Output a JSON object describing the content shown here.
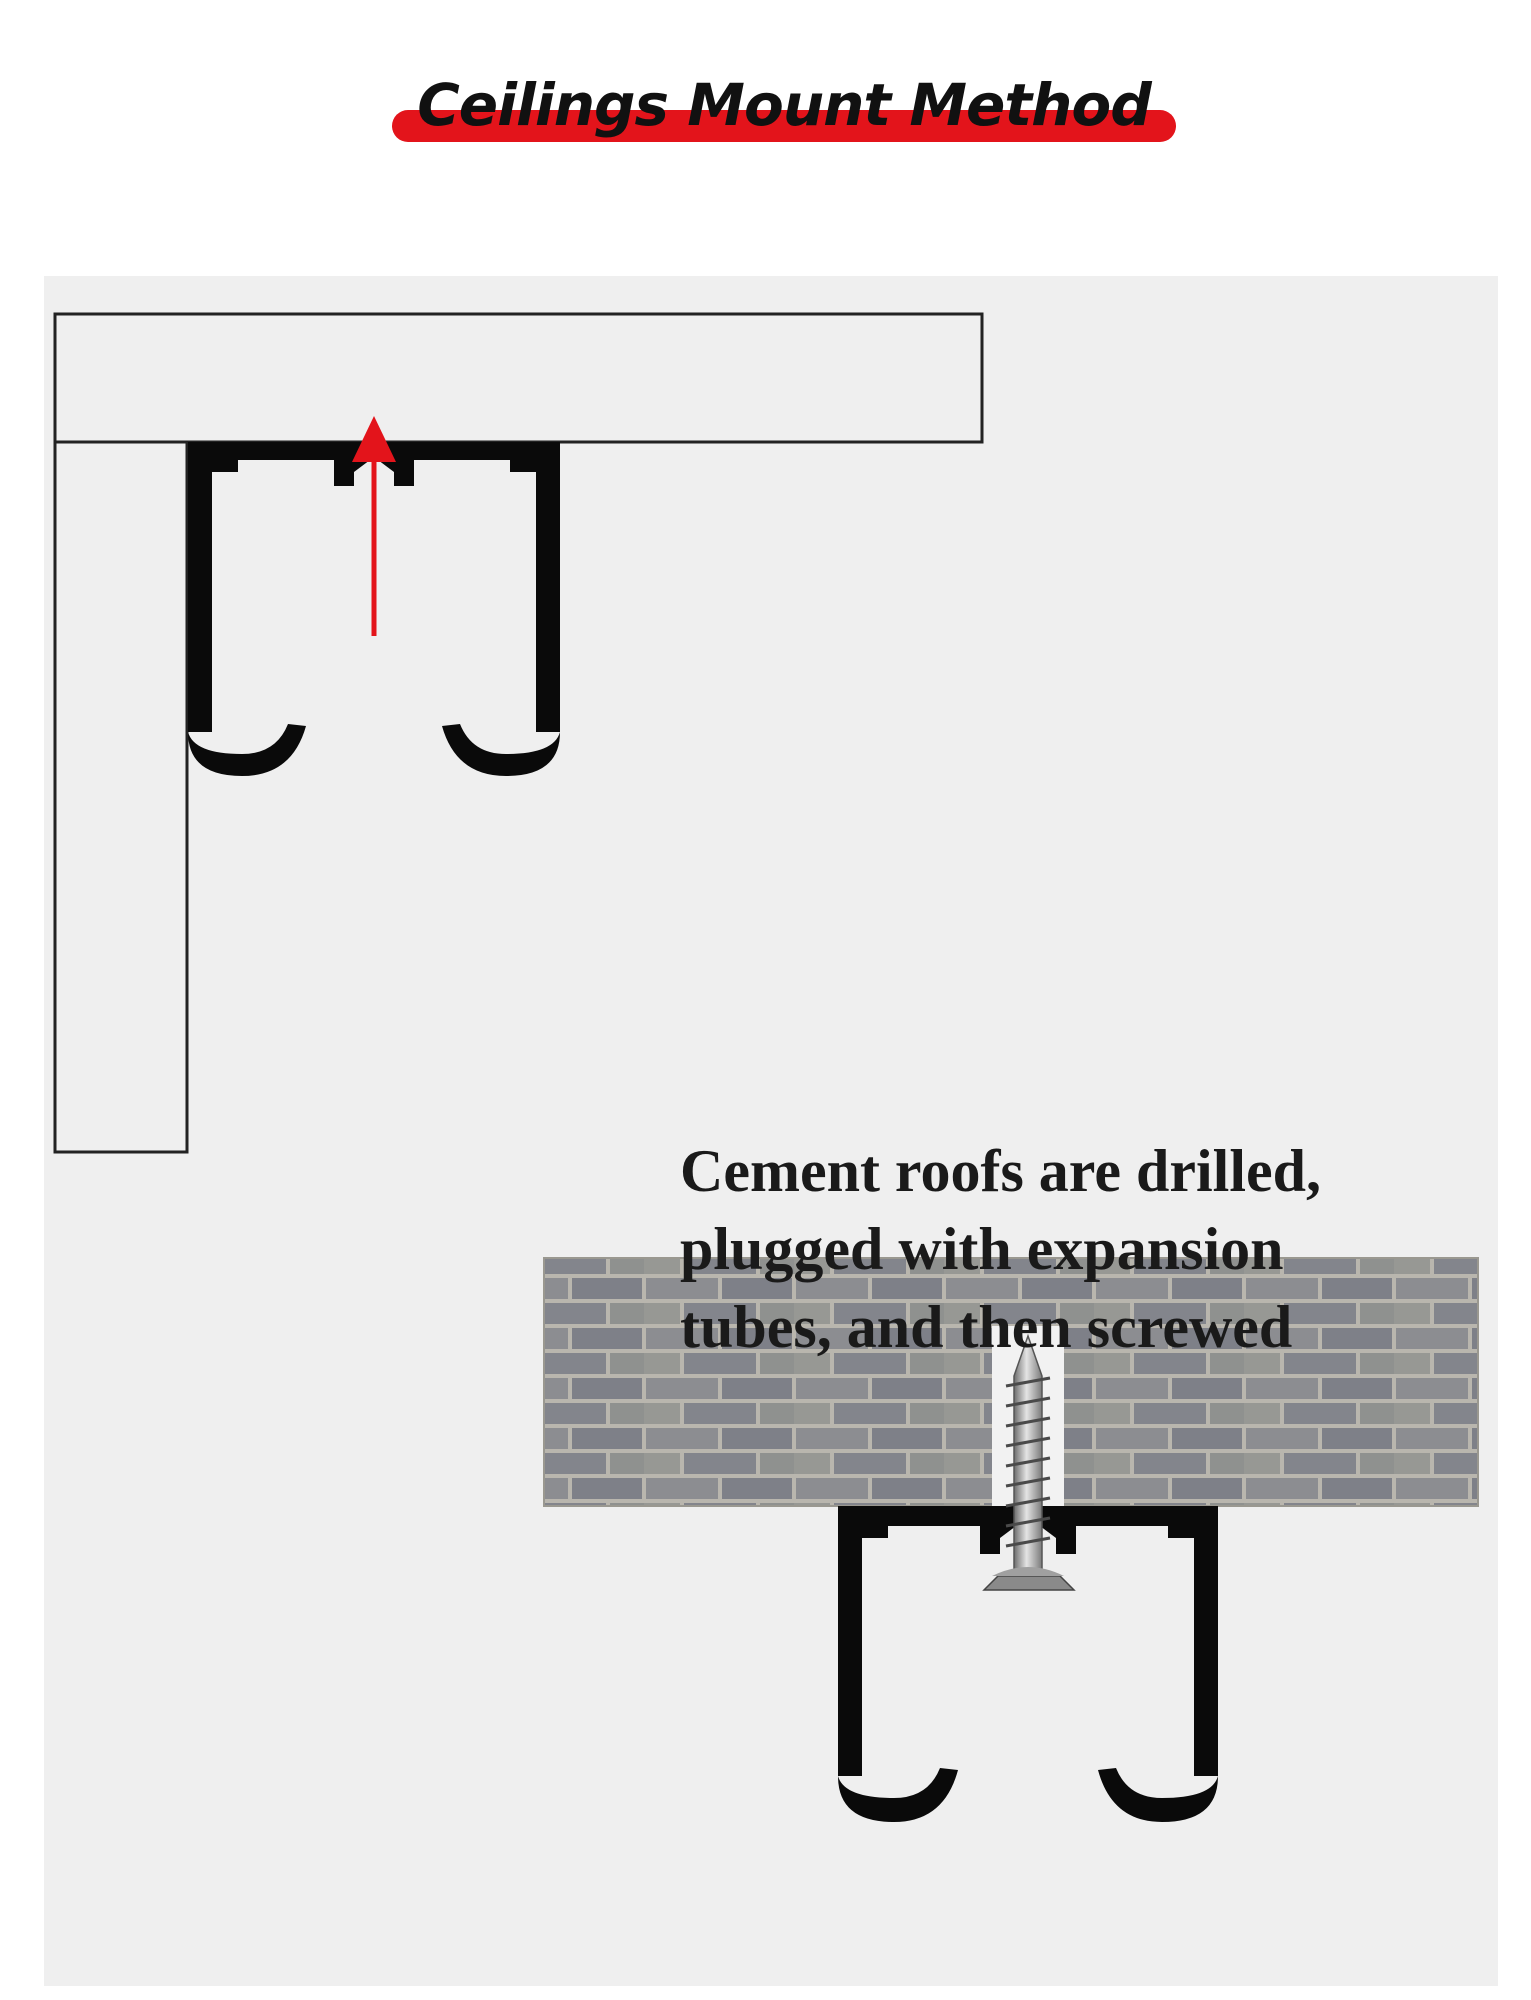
{
  "header": {
    "title": "Ceilings Mount Method"
  },
  "caption": {
    "lines": [
      "Cement roofs are drilled,",
      "plugged with expansion",
      "tubes, and then screwed"
    ]
  },
  "colors": {
    "accent_red": "#e3141b",
    "panel_bg": "#efefef",
    "track_black": "#0a0a0a",
    "brick_mortar": "#b9b6ae",
    "brick_face": "#8a8b8f"
  },
  "icons": {
    "arrow": "up-arrow-icon",
    "screw": "screw-icon"
  }
}
